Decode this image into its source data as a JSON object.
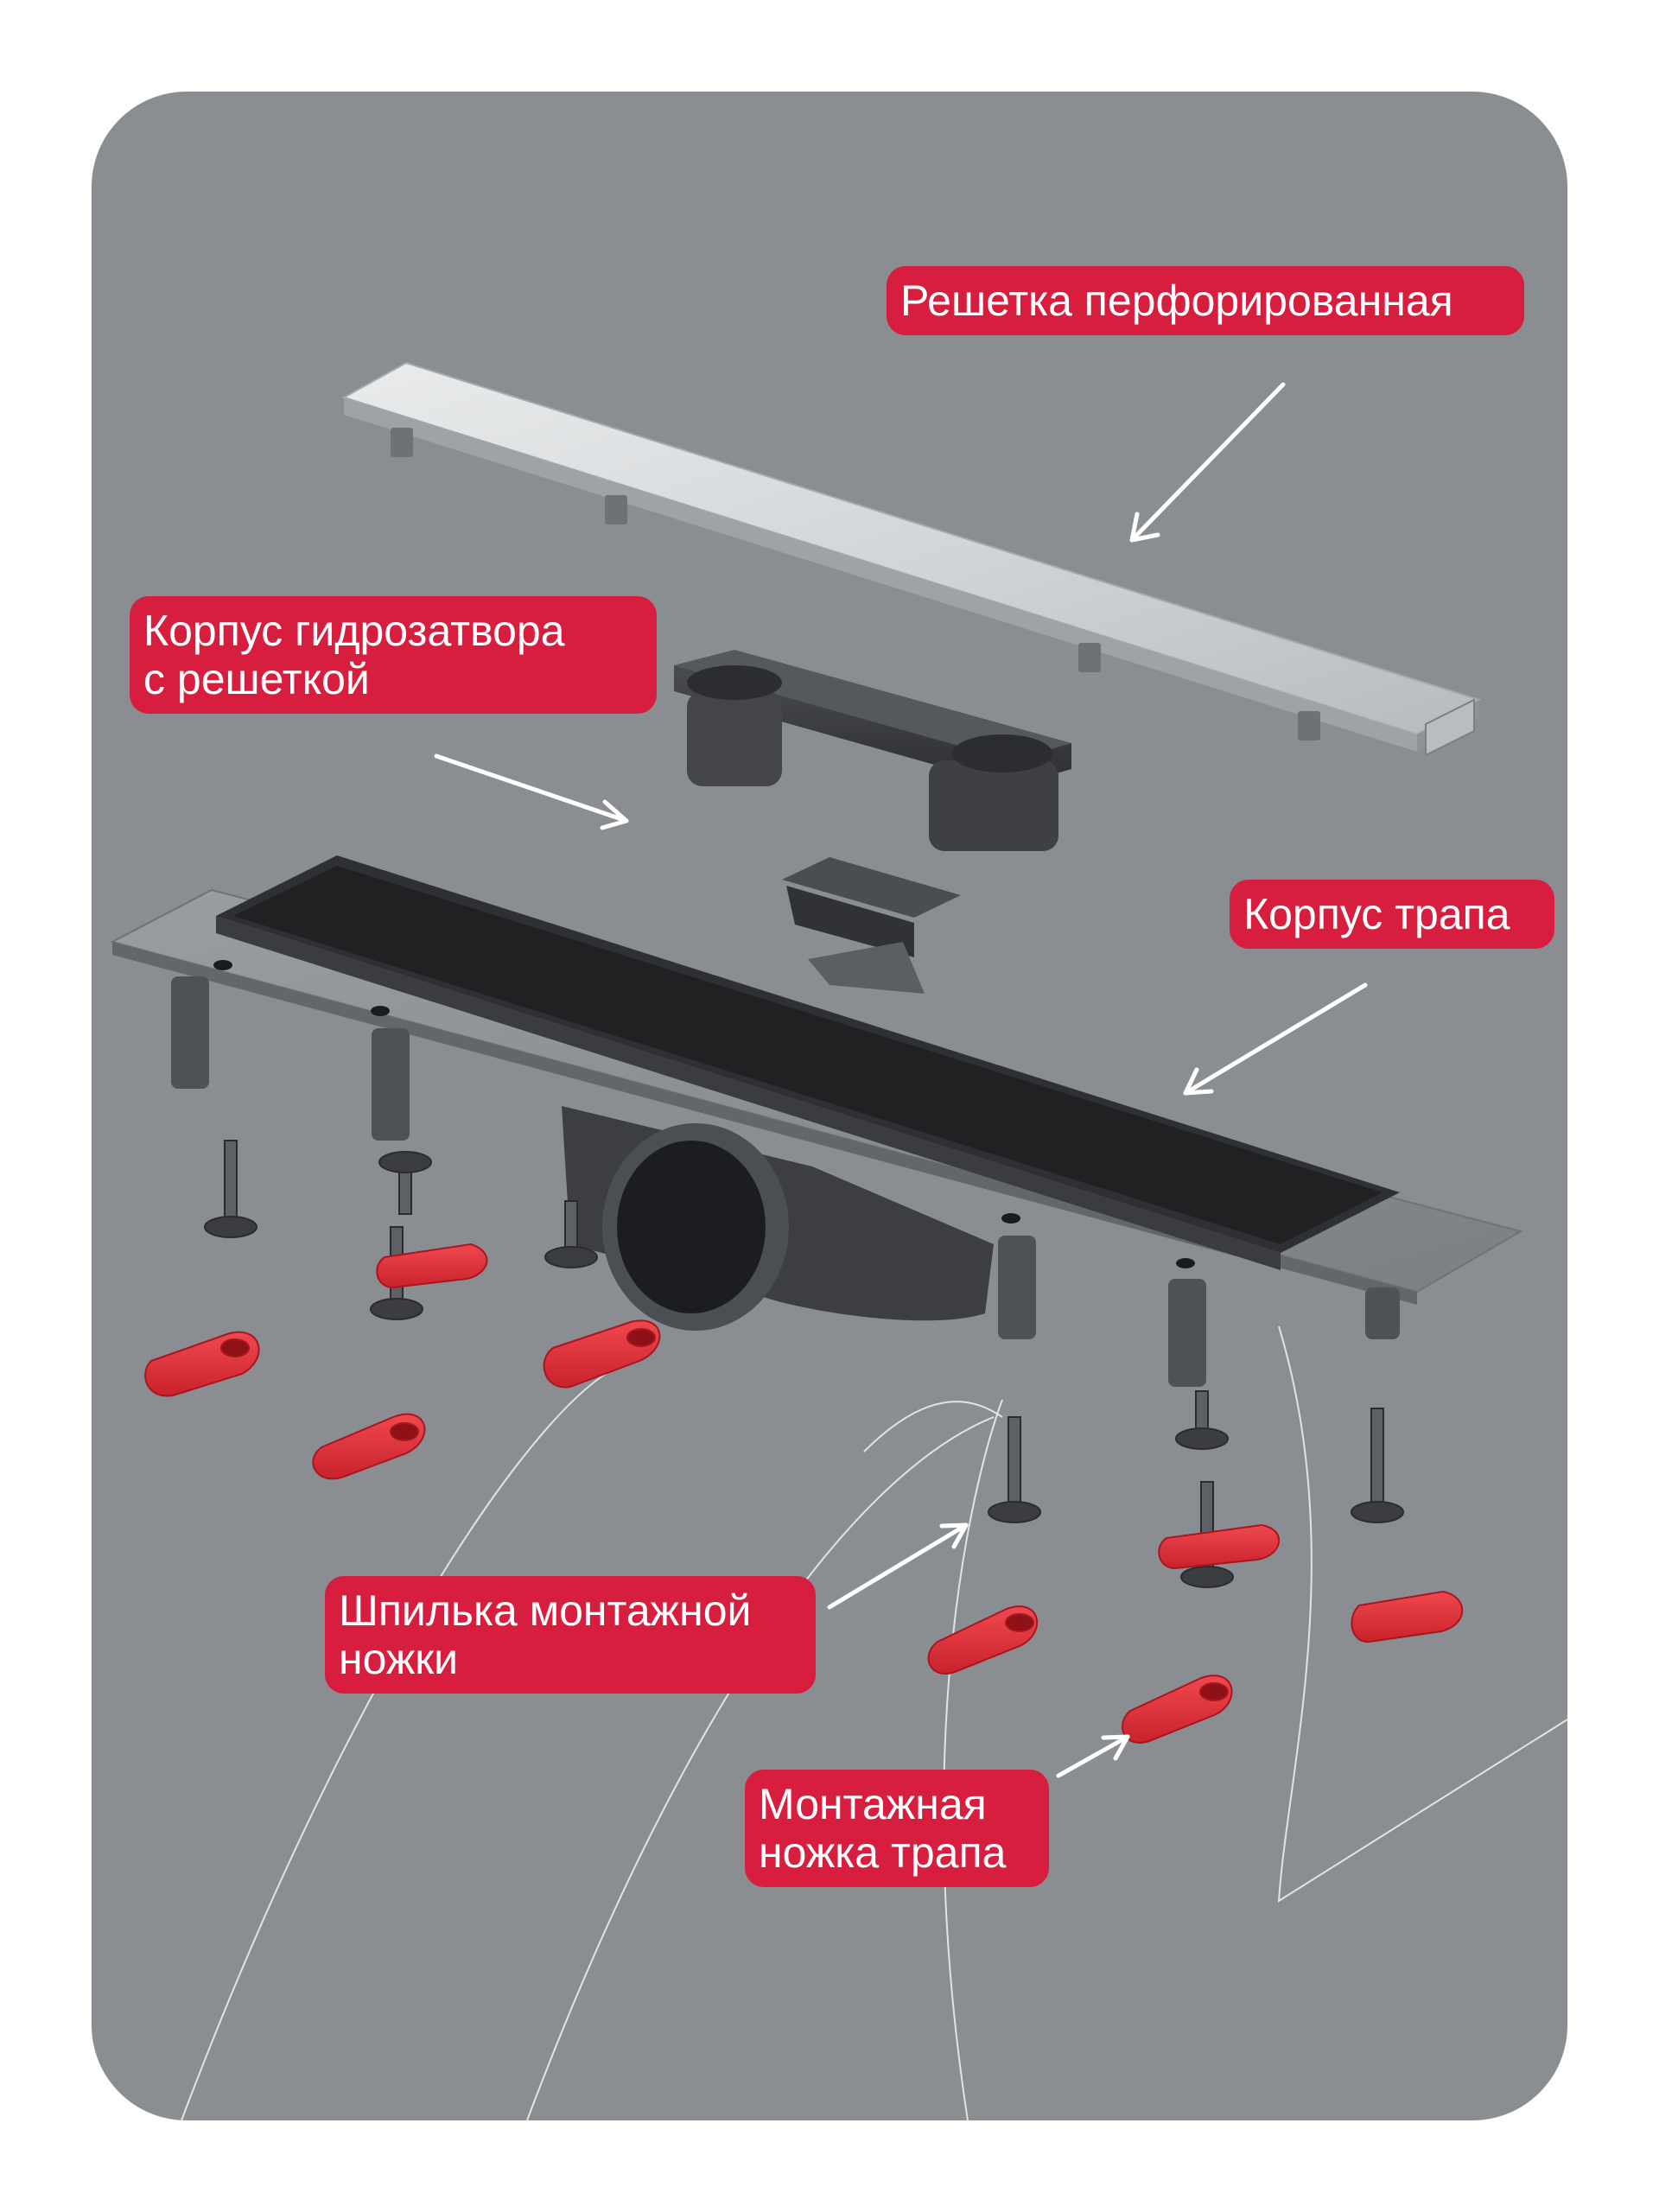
{
  "labels": {
    "grate": "Решетка перфорированная",
    "siphon_body": "Корпус гидрозатвора\nс решеткой",
    "drain_body": "Корпус трапа",
    "stud": "Шпилька монтажной\nножки",
    "foot": "Монтажная\nножка трапа"
  },
  "colors": {
    "background": "#8a8d91",
    "label_bg": "#d81e3e",
    "label_text": "#ffffff",
    "foot_red": "#e8313a",
    "metal_dark": "#3b3d40",
    "steel_light": "#d8dbde"
  }
}
